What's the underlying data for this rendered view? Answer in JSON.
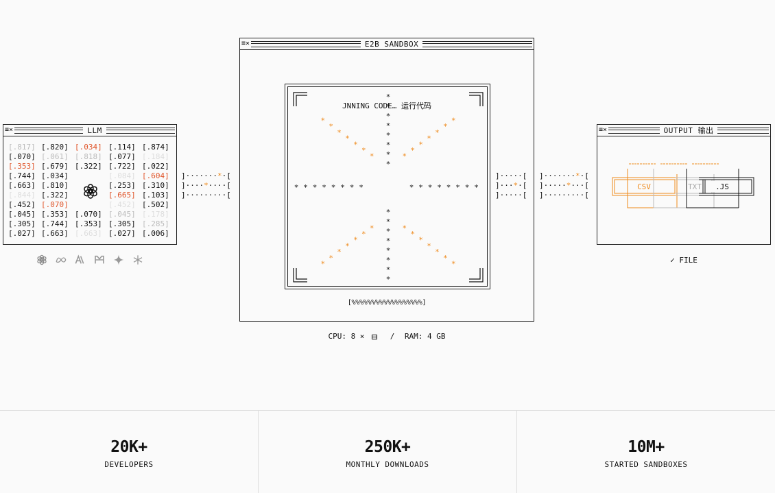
{
  "llm_window": {
    "title": "LLM",
    "controls": "≡×",
    "grid": [
      [
        ".817",
        ".820",
        ".034",
        ".114",
        ".874"
      ],
      [
        ".070",
        ".061",
        ".818",
        ".077",
        ".184"
      ],
      [
        ".353",
        ".679",
        ".322",
        ".722",
        ".022"
      ],
      [
        ".744",
        ".034",
        "",
        ".084",
        ".604"
      ],
      [
        ".663",
        ".810",
        "",
        ".253",
        ".310"
      ],
      [
        ".844",
        ".322",
        "",
        ".665",
        ".103"
      ],
      [
        ".452",
        ".070",
        "",
        ".452",
        ".502"
      ],
      [
        ".045",
        ".353",
        ".070",
        ".045",
        ".178"
      ],
      [
        ".305",
        ".744",
        ".353",
        ".305",
        ".285"
      ],
      [
        ".027",
        ".663",
        ".663",
        ".027",
        ".006"
      ]
    ],
    "grid_styles": [
      [
        "dim",
        "",
        "orange",
        "",
        ""
      ],
      [
        "",
        "dim",
        "dim",
        "",
        "ghost"
      ],
      [
        "orange",
        "",
        "",
        "",
        ""
      ],
      [
        "",
        "",
        "",
        "ghost",
        "orange"
      ],
      [
        "",
        "",
        "",
        "",
        ""
      ],
      [
        "ghost",
        "",
        "",
        "orange",
        ""
      ],
      [
        "",
        "orange",
        "",
        "ghost",
        ""
      ],
      [
        "",
        "",
        "",
        "dim",
        "ghost"
      ],
      [
        "",
        "",
        "",
        "",
        "dim"
      ],
      [
        "",
        "",
        "ghost",
        "",
        ""
      ]
    ],
    "provider_icons": [
      "openai-icon",
      "meta-icon",
      "anthropic-icon",
      "mistral-icon",
      "gemini-icon",
      "perplexity-icon"
    ]
  },
  "sandbox_window": {
    "title": "E2B SANDBOX",
    "controls": "≡×",
    "status_text": "JNNING CODE… 运行代码",
    "progress": "[%%%%%%%%%%%%%%%%%%]"
  },
  "specs": {
    "cpu_label": "CPU: 8 ×",
    "separator": "/",
    "ram_label": "RAM: 4 GB"
  },
  "output_window": {
    "title": "OUTPUT 输出",
    "controls": "≡×",
    "files": [
      "CSV",
      "TXT",
      ".JS"
    ]
  },
  "output_caption": "✓ FILE",
  "connectors": {
    "left_a": [
      "]·······*·[",
      "]····*····[",
      "]·········["
    ],
    "left_b": [
      "]·····[",
      "]···*·[",
      "]·····["
    ],
    "right_a": [
      "]·····[",
      "]···*·[",
      "]·····["
    ],
    "right_b": [
      "]·······*·[",
      "]·····*···[",
      "]·········["
    ]
  },
  "stats": [
    {
      "value": "20K+",
      "label": "DEVELOPERS"
    },
    {
      "value": "250K+",
      "label": "MONTHLY DOWNLOADS"
    },
    {
      "value": "10M+",
      "label": "STARTED SANDBOXES"
    }
  ],
  "colors": {
    "accent": "#ef8a1b",
    "alert": "#e0552a",
    "ink": "#111111",
    "muted": "#bbbbbb"
  }
}
